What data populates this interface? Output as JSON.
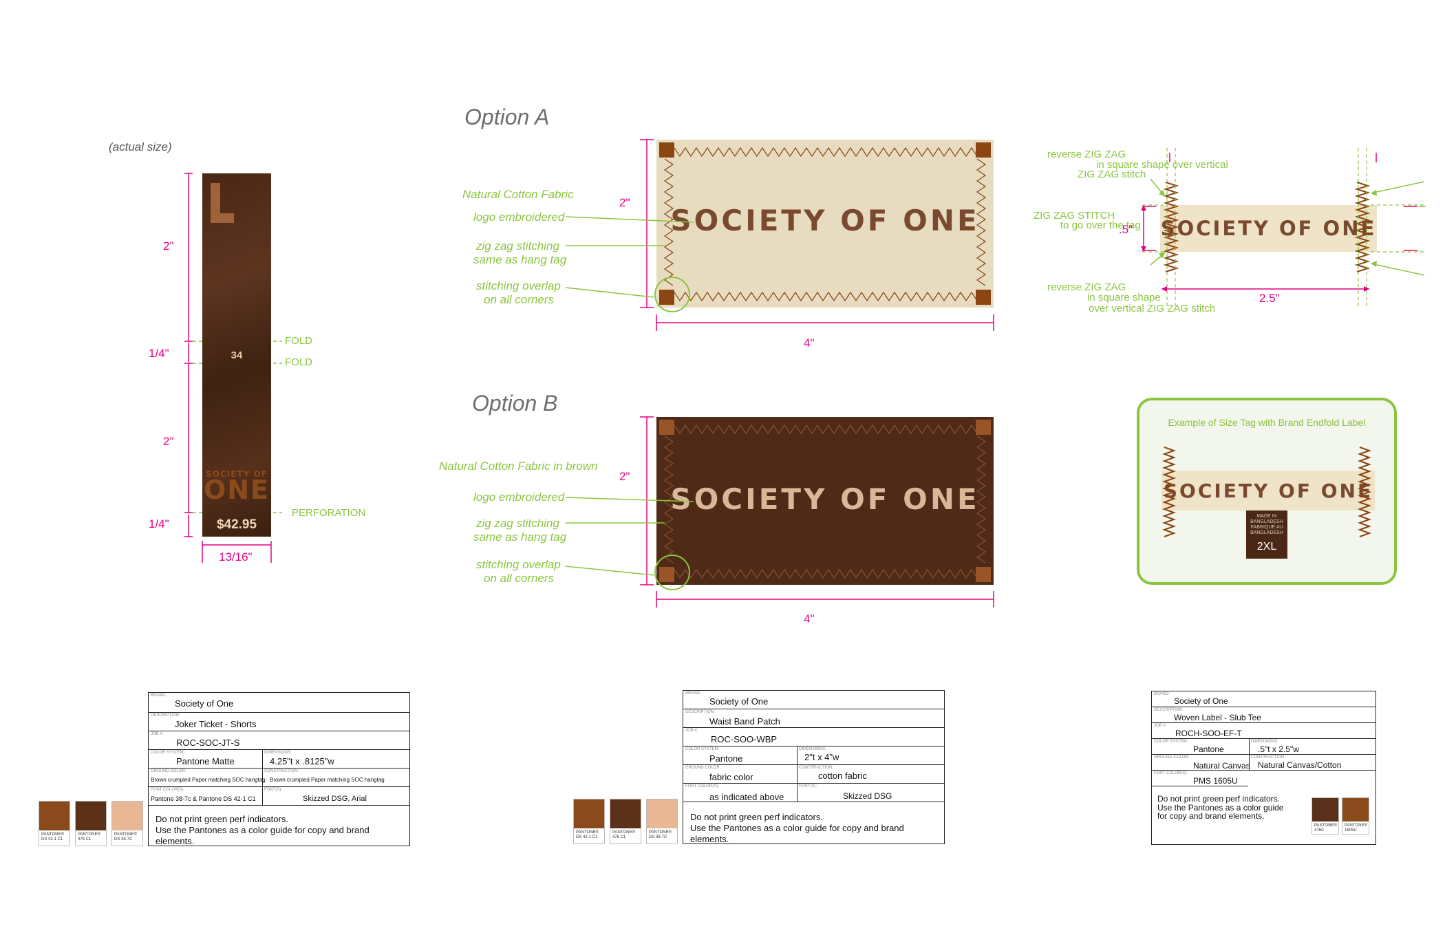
{
  "hangtag": {
    "actual_size": "(actual size)",
    "dim_top": "2\"",
    "dim_fold": "1/4\"",
    "dim_mid": "2\"",
    "dim_perf": "1/4\"",
    "dim_width": "13/16\"",
    "fold1": "FOLD",
    "fold2": "FOLD",
    "perforation": "PERFORATION",
    "size": "34",
    "brand_line1": "SOCIETY OF",
    "brand_line2": "ONE",
    "price": "$42.95"
  },
  "option_a": {
    "title": "Option A",
    "label_fabric": "Natural Cotton Fabric",
    "label_logo": "logo embroidered",
    "label_zigzag_1": "zig zag stitching",
    "label_zigzag_2": "same as hang tag",
    "label_overlap_1": "stitching overlap",
    "label_overlap_2": "on all corners",
    "dim_h": "2\"",
    "dim_w": "4\"",
    "brand": "SOCIETY OF ONE",
    "fabric_color": "#e8dcc0"
  },
  "option_b": {
    "title": "Option B",
    "label_fabric": "Natural Cotton Fabric in brown",
    "label_logo": "logo embroidered",
    "label_zigzag_1": "zig zag stitching",
    "label_zigzag_2": "same as hang tag",
    "label_overlap_1": "stitching overlap",
    "label_overlap_2": "on all corners",
    "dim_h": "2\"",
    "dim_w": "4\"",
    "brand": "SOCIETY OF ONE",
    "fabric_color": "#4e2a17"
  },
  "woven": {
    "rev1_a": "reverse ZIG ZAG",
    "rev1_b": "in square shape over vertical",
    "rev1_c": "ZIG ZAG stitch",
    "zz_a": "ZIG ZAG STITCH",
    "zz_b": "to go over the tag",
    "dim_h": ".5\"",
    "rev2_a": "reverse ZIG ZAG",
    "rev2_b": "in square shape",
    "rev2_c": "over vertical ZIG ZAG stitch",
    "dim_w": "2.5\"",
    "brand": "SOCIETY OF ONE"
  },
  "example": {
    "title": "Example of Size Tag with Brand Endfold Label",
    "brand": "SOCIETY OF ONE",
    "made_1": "MADE IN",
    "made_2": "BANGLADESH",
    "made_3": "FABRIQUÉ AU",
    "made_4": "BANGLADESH",
    "size": "2XL"
  },
  "spec1": {
    "brand_label": "BRAND:",
    "brand": "Society of One",
    "desc_label": "DESCRIPTION:",
    "desc": "Joker Ticket - Shorts",
    "job_label": "JOB #:",
    "job": "ROC-SOC-JT-S",
    "color_label": "COLOR SYSTEM:",
    "color": "Pantone Matte",
    "dim_label": "DIMENSIONS:",
    "dim": "4.25\"t x .8125\"w",
    "ground_label": "GROUND COLOR:",
    "ground": "Brown crumpled  Paper matching SOC hangtag",
    "constr_label": "CONSTRUCTION:",
    "constr": "Brown crumpled  Paper matching SOC hangtag",
    "fontcolor_label": "FONT COLOR(S):",
    "fontcolor": "Pantone 38-7c & Pantone DS 42-1 C1",
    "fonts_label": "FONT(S):",
    "fonts": "Skizzed DSG, Arial",
    "note1": "Do not print green perf indicators.",
    "note2": "Use the Pantones as a color guide for copy and brand elements.",
    "swatches": [
      {
        "color": "#8b4a1c",
        "l1": "PANTONE®",
        "l2": "DS 42-1 C1"
      },
      {
        "color": "#5a3018",
        "l1": "PANTONE®",
        "l2": "476 C1"
      },
      {
        "color": "#e8b896",
        "l1": "PANTONE®",
        "l2": "DS 38-7C"
      }
    ]
  },
  "spec2": {
    "brand_label": "BRAND:",
    "brand": "Society of One",
    "desc_label": "DESCRIPTION:",
    "desc": "Waist Band Patch",
    "job_label": "JOB #:",
    "job": "ROC-SOO-WBP",
    "color_label": "COLOR SYSTEM:",
    "color": "Pantone",
    "dim_label": "DIMENSIONS:",
    "dim": "2\"t x 4\"w",
    "ground_label": "GROUND COLOR:",
    "ground": "fabric color",
    "constr_label": "CONSTRUCTION:",
    "constr": "cotton fabric",
    "fontcolor_label": "FONT COLOR(S):",
    "fontcolor": "as indicated above",
    "fonts_label": "FONT(S):",
    "fonts": "Skizzed DSG",
    "note1": "Do not print green perf indicators.",
    "note2": "Use the Pantones as a color guide for copy and brand elements.",
    "swatches": [
      {
        "color": "#8b4a1c",
        "l1": "PANTONE®",
        "l2": "DS 42-1 C1"
      },
      {
        "color": "#5a3018",
        "l1": "PANTONE®",
        "l2": "476 C1"
      },
      {
        "color": "#e8b896",
        "l1": "PANTONE®",
        "l2": "DS 38-7C"
      }
    ]
  },
  "spec3": {
    "brand_label": "BRAND:",
    "brand": "Society of One",
    "desc_label": "DESCRIPTION:",
    "desc": "Woven Label - Slub Tee",
    "job_label": "JOB #:",
    "job": "ROCH-SOO-EF-T",
    "color_label": "COLOR SYSTEM:",
    "color": "Pantone",
    "dim_label": "DIMENSIONS:",
    "dim": ".5\"t x 2.5\"w",
    "ground_label": "GROUND COLOR:",
    "ground": "Natural Canvas",
    "constr_label": "CONSTRUCTION:",
    "constr": "Natural Canvas/Cotton",
    "fontcolor_label": "FONT COLOR(S):",
    "fontcolor": "PMS  1605U",
    "note1": "Do not print green perf indicators.",
    "note2": "Use the Pantones as a color guide",
    "note3": "for copy and brand elements.",
    "swatches": [
      {
        "color": "#5a3018",
        "l1": "PANTONE®",
        "l2": "476C"
      },
      {
        "color": "#8b4a1c",
        "l1": "PANTONE®",
        "l2": "1605U"
      }
    ]
  }
}
